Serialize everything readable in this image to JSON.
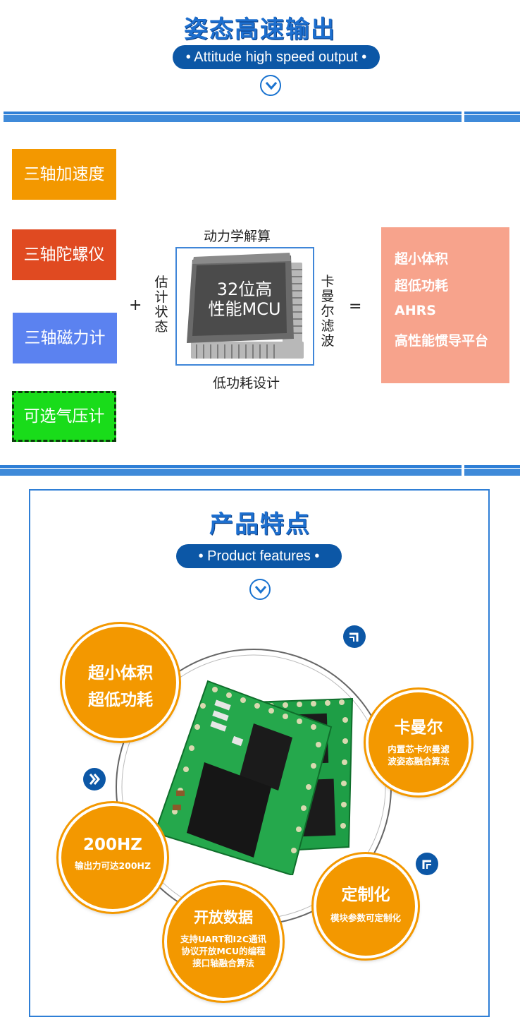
{
  "attitude": {
    "title_cn": "姿态高速输出",
    "subtitle": "• Attitude high speed output •"
  },
  "sensors": {
    "accel": "三轴加速度",
    "gyro": "三轴陀螺仪",
    "mag": "三轴磁力计",
    "baro": "可选气压计"
  },
  "diagram": {
    "plus": "+",
    "equals": "=",
    "top_label": "动力学解算",
    "bottom_label": "低功耗设计",
    "left_label": "估计状态",
    "right_label": "卡曼尔滤波",
    "chip_line1": "32位高",
    "chip_line2": "性能MCU"
  },
  "result": {
    "items": [
      "超小体积",
      "超低功耗",
      "AHRS",
      "高性能惯导平台"
    ]
  },
  "features": {
    "title_cn": "产品特点",
    "subtitle": "• Product features •",
    "c1": {
      "line1": "超小体积",
      "line2": "超低功耗"
    },
    "c2": {
      "title": "卡曼尔",
      "desc1": "内置芯卡尔曼滤",
      "desc2": "波姿态融合算法"
    },
    "c3": {
      "title": "200HZ",
      "desc1": "输出力可达200HZ"
    },
    "c4": {
      "title": "定制化",
      "desc1": "模块参数可定制化"
    },
    "c5": {
      "title": "开放数据",
      "desc1": "支持UART和I2C通讯",
      "desc2": "协议开放MCU的编程",
      "desc3": "接口轴融合算法"
    }
  },
  "colors": {
    "accel": "#f39800",
    "gyro": "#e04a21",
    "mag": "#5b82f0",
    "baro": "#19dc1a",
    "result": "#f7a38c",
    "accent_blue": "#0c57a6",
    "circle": "#f39800"
  }
}
